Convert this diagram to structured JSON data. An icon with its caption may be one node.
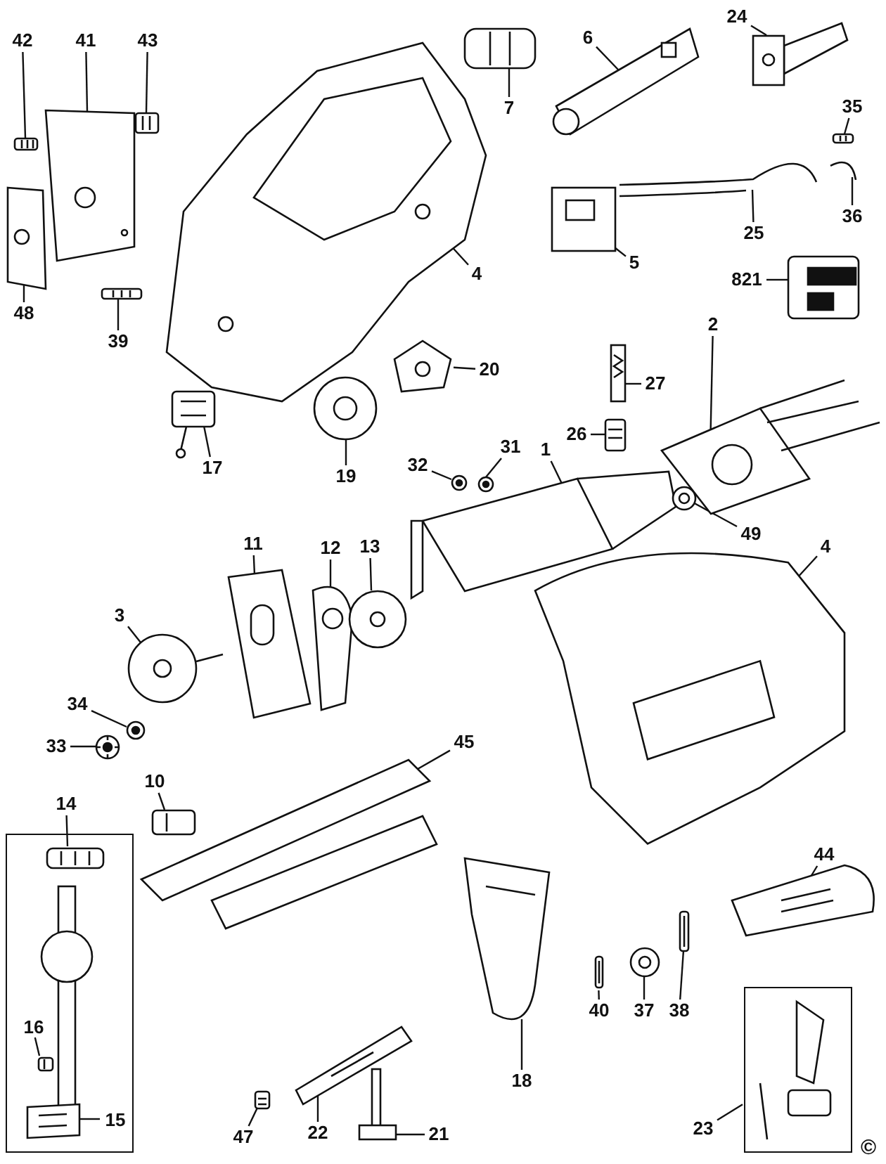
{
  "diagram": {
    "nodes": [
      {
        "text": [
          "42"
        ]
      },
      {
        "text": [
          "41"
        ]
      },
      {
        "text": [
          "43"
        ]
      },
      {
        "text": [
          "7"
        ]
      },
      {
        "text": [
          "6"
        ]
      },
      {
        "text": [
          "24"
        ]
      },
      {
        "text": [
          "35"
        ]
      },
      {
        "text": [
          "36"
        ]
      },
      {
        "text": [
          "4"
        ]
      },
      {
        "text": [
          "25"
        ]
      },
      {
        "text": [
          "5"
        ]
      },
      {
        "text": [
          "821"
        ]
      },
      {
        "text": [
          "48"
        ]
      },
      {
        "text": [
          "39"
        ]
      },
      {
        "text": [
          "2"
        ]
      },
      {
        "text": [
          "20"
        ]
      },
      {
        "text": [
          "27"
        ]
      },
      {
        "text": [
          "26"
        ]
      },
      {
        "text": [
          "17"
        ]
      },
      {
        "text": [
          "19"
        ]
      },
      {
        "text": [
          "31"
        ]
      },
      {
        "text": [
          "32"
        ]
      },
      {
        "text": [
          "1"
        ]
      },
      {
        "text": [
          "49"
        ]
      },
      {
        "text": [
          "11"
        ]
      },
      {
        "text": [
          "12"
        ]
      },
      {
        "text": [
          "13"
        ]
      },
      {
        "text": [
          "4"
        ]
      },
      {
        "text": [
          "3"
        ]
      },
      {
        "text": [
          "34"
        ]
      },
      {
        "text": [
          "33"
        ]
      },
      {
        "text": [
          "45"
        ]
      },
      {
        "text": [
          "10"
        ]
      },
      {
        "text": [
          "14"
        ]
      },
      {
        "text": [],
        "shape": "box"
      },
      {
        "text": [
          "44"
        ]
      },
      {
        "text": [
          "16"
        ],
        "in": 34
      },
      {
        "text": [
          "15"
        ],
        "in": 34
      },
      {
        "text": [
          "40"
        ]
      },
      {
        "text": [
          "37"
        ]
      },
      {
        "text": [
          "38"
        ]
      },
      {
        "text": [
          "18"
        ]
      },
      {
        "text": [],
        "shape": "box"
      },
      {
        "text": [
          "47"
        ]
      },
      {
        "text": [
          "22"
        ]
      },
      {
        "text": [
          "21"
        ]
      },
      {
        "text": [
          "23"
        ]
      },
      {
        "text": [],
        "shape": "picture"
      },
      {
        "text": [],
        "shape": "picture"
      },
      {
        "text": [],
        "shape": "picture"
      },
      {
        "text": [],
        "shape": "picture"
      },
      {
        "text": [],
        "shape": "picture"
      },
      {
        "text": [],
        "shape": "picture"
      },
      {
        "text": [],
        "shape": "picture"
      },
      {
        "text": [],
        "shape": "picture"
      },
      {
        "text": [],
        "shape": "picture"
      },
      {
        "text": [],
        "shape": "picture"
      },
      {
        "text": [],
        "shape": "picture"
      },
      {
        "text": [],
        "shape": "picture"
      },
      {
        "text": [],
        "shape": "picture"
      },
      {
        "text": [],
        "shape": "picture"
      },
      {
        "text": [],
        "shape": "picture"
      },
      {
        "text": [],
        "shape": "picture"
      },
      {
        "text": [],
        "shape": "picture"
      },
      {
        "text": [],
        "shape": "picture"
      },
      {
        "text": [],
        "shape": "picture"
      },
      {
        "text": [],
        "shape": "picture"
      },
      {
        "text": [],
        "shape": "picture"
      },
      {
        "text": [],
        "shape": "picture"
      },
      {
        "text": [],
        "shape": "picture"
      },
      {
        "text": [],
        "shape": "picture"
      },
      {
        "text": [],
        "shape": "picture"
      },
      {
        "text": [],
        "shape": "picture"
      },
      {
        "text": [],
        "shape": "picture"
      },
      {
        "text": [],
        "shape": "picture"
      },
      {
        "text": [],
        "shape": "picture"
      },
      {
        "text": [],
        "shape": "picture"
      },
      {
        "text": [],
        "shape": "picture"
      },
      {
        "text": [],
        "shape": "picture"
      },
      {
        "text": [],
        "shape": "picture"
      },
      {
        "text": [],
        "shape": "picture",
        "in": 34
      },
      {
        "text": [],
        "shape": "picture"
      },
      {
        "text": [],
        "shape": "picture",
        "in": 34
      },
      {
        "text": [],
        "shape": "picture",
        "in": 34
      },
      {
        "text": [],
        "shape": "picture"
      },
      {
        "text": [],
        "shape": "picture"
      },
      {
        "text": [],
        "shape": "picture"
      },
      {
        "text": [],
        "shape": "picture"
      },
      {
        "text": [],
        "shape": "picture"
      },
      {
        "text": [],
        "shape": "picture"
      },
      {
        "text": [],
        "shape": "picture"
      }
    ],
    "edges": [
      {
        "from": 0,
        "to": 47,
        "arrow": "none"
      },
      {
        "from": 1,
        "to": 48,
        "arrow": "none"
      },
      {
        "from": 2,
        "to": 49,
        "arrow": "none"
      },
      {
        "from": 3,
        "to": 50,
        "arrow": "none"
      },
      {
        "from": 4,
        "to": 51,
        "arrow": "none"
      },
      {
        "from": 5,
        "to": 52,
        "arrow": "none"
      },
      {
        "from": 6,
        "to": 53,
        "arrow": "none"
      },
      {
        "from": 7,
        "to": 54,
        "arrow": "none"
      },
      {
        "from": 8,
        "to": 55,
        "arrow": "none"
      },
      {
        "from": 9,
        "to": 56,
        "arrow": "none"
      },
      {
        "from": 10,
        "to": 57,
        "arrow": "none"
      },
      {
        "from": 11,
        "to": 58,
        "arrow": "none"
      },
      {
        "from": 12,
        "to": 59,
        "arrow": "none"
      },
      {
        "from": 13,
        "to": 60,
        "arrow": "none"
      },
      {
        "from": 14,
        "to": 61,
        "arrow": "none"
      },
      {
        "from": 15,
        "to": 62,
        "arrow": "none"
      },
      {
        "from": 16,
        "to": 63,
        "arrow": "none"
      },
      {
        "from": 17,
        "to": 64,
        "arrow": "none"
      },
      {
        "from": 18,
        "to": 65,
        "arrow": "none"
      },
      {
        "from": 19,
        "to": 66,
        "arrow": "none"
      },
      {
        "from": 20,
        "to": 67,
        "arrow": "none"
      },
      {
        "from": 21,
        "to": 68,
        "arrow": "none"
      },
      {
        "from": 22,
        "to": 69,
        "arrow": "none"
      },
      {
        "from": 23,
        "to": 70,
        "arrow": "none"
      },
      {
        "from": 24,
        "to": 71,
        "arrow": "none"
      },
      {
        "from": 25,
        "to": 72,
        "arrow": "none"
      },
      {
        "from": 26,
        "to": 73,
        "arrow": "none"
      },
      {
        "from": 27,
        "to": 74,
        "arrow": "none"
      },
      {
        "from": 28,
        "to": 75,
        "arrow": "none"
      },
      {
        "from": 29,
        "to": 76,
        "arrow": "none"
      },
      {
        "from": 30,
        "to": 77,
        "arrow": "none"
      },
      {
        "from": 31,
        "to": 78,
        "arrow": "none"
      },
      {
        "from": 32,
        "to": 79,
        "arrow": "none"
      },
      {
        "from": 33,
        "to": 80,
        "arrow": "none"
      },
      {
        "from": 35,
        "to": 81,
        "arrow": "none"
      },
      {
        "from": 36,
        "to": 82,
        "arrow": "none"
      },
      {
        "from": 37,
        "to": 83,
        "arrow": "none"
      },
      {
        "from": 38,
        "to": 84,
        "arrow": "none"
      },
      {
        "from": 39,
        "to": 85,
        "arrow": "none"
      },
      {
        "from": 40,
        "to": 86,
        "arrow": "none"
      },
      {
        "from": 41,
        "to": 87,
        "arrow": "none"
      },
      {
        "from": 43,
        "to": 88,
        "arrow": "none"
      },
      {
        "from": 44,
        "to": 89,
        "arrow": "none"
      },
      {
        "from": 45,
        "to": 90,
        "arrow": "none"
      },
      {
        "from": 46,
        "to": 42,
        "arrow": "none"
      }
    ],
    "labels": [
      "©"
    ]
  }
}
